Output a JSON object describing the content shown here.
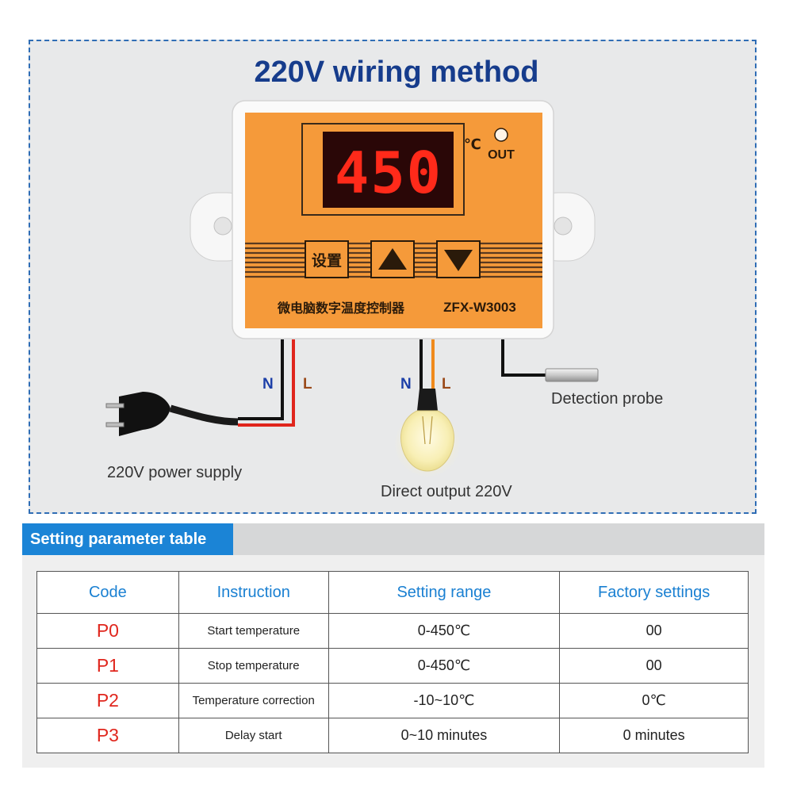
{
  "wiring": {
    "title": "220V wiring method",
    "display_value": "450",
    "unit_symbol": "℃",
    "out_label": "OUT",
    "set_button_label": "设置",
    "device_name": "微电脑数字温度控制器",
    "model": "ZFX-W3003",
    "power_wire_n": "N",
    "power_wire_l": "L",
    "output_wire_n": "N",
    "output_wire_l": "L",
    "power_label": "220V power supply",
    "output_label": "Direct output 220V",
    "probe_label": "Detection probe",
    "colors": {
      "title": "#163c8c",
      "device_orange": "#f59a3a",
      "display_red": "#ff2a1a",
      "wire_red": "#e0261d",
      "wire_orange": "#f08a1c",
      "n_blue": "#1c3fa8",
      "l_brown": "#9a4a1a"
    }
  },
  "params": {
    "header": "Setting parameter table",
    "columns": [
      "Code",
      "Instruction",
      "Setting range",
      "Factory settings"
    ],
    "rows": [
      [
        "P0",
        "Start temperature",
        "0-450℃",
        "00"
      ],
      [
        "P1",
        "Stop temperature",
        "0-450℃",
        "00"
      ],
      [
        "P2",
        "Temperature correction",
        "-10~10℃",
        "0℃"
      ],
      [
        "P3",
        "Delay start",
        "0~10 minutes",
        "0 minutes"
      ]
    ],
    "colors": {
      "header_tab": "#1b84d6",
      "column_text": "#1a80d2",
      "code_text": "#e0261d"
    }
  }
}
